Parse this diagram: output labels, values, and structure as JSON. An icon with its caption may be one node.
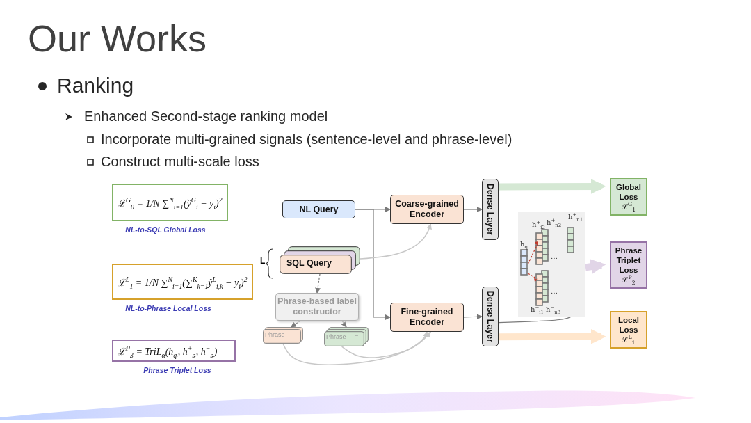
{
  "diagram": {
    "title": "Our Works",
    "nodes": [
      {
        "text": [
          "NL Query"
        ]
      },
      {
        "text": [
          "SQL Query"
        ]
      },
      {
        "text": [
          "Phrase-based label constructor"
        ]
      },
      {
        "text": [
          "Phrase",
          "+"
        ]
      },
      {
        "text": [
          "Phrase",
          "−"
        ]
      },
      {
        "text": [
          "Coarse-grained Encoder"
        ]
      },
      {
        "text": [
          "Fine-grained Encoder"
        ]
      },
      {
        "text": [
          "Dense Layer"
        ]
      },
      {
        "text": [
          "Dense Layer"
        ]
      },
      {
        "text": [
          "h$^{+}$$_{n1}$",
          "h$^{+}$$_{i2}$",
          "h$^{+}$$_{n2}$",
          "h$_{q}$",
          "…",
          "…",
          "h$^{−}$$_{i1}$",
          "h$^{−}$$_{n3}$"
        ]
      },
      {
        "text": [
          "Global Loss",
          "ℒ$^{G}$$_{1}$"
        ]
      },
      {
        "text": [
          "Phrase Triplet Loss",
          "ℒ$^{P}$$_{2}$"
        ]
      },
      {
        "text": [
          "Local Loss",
          "ℒ$^{L}$$_{1}$"
        ]
      },
      {
        "text": [
          "ℒ$^{G}$$_{0}$ = 1/N ∑$^{N}$$_{i=1}$(ŷ$^{G}$$_{i}$ − y$_{i}$)$^{2}$"
        ],
        "beside": [
          "NL-to-SQL Global Loss"
        ]
      },
      {
        "text": [
          "ℒ$^{L}$$_{1}$ = 1/N ∑$^{N}$$_{i=1}$(∑$^{K}$$_{k=1}$ŷ$^{L}$$_{i,k}$ − y$_{i}$)$^{2}$"
        ],
        "beside": [
          "NL-to-Phrase Local Loss"
        ]
      },
      {
        "text": [
          "ℒ$^{P}$$_{3}$ = TriL$_{α}$(h$_{qᵢ}$, h$^{+}$$_{sᵢ}$, h$^{−}$$_{sᵢ}$)"
        ],
        "beside": [
          "Phrase Triplet Loss"
        ]
      }
    ],
    "edges": [
      {
        "from": 0,
        "to": 5,
        "arrow": "to"
      },
      {
        "from": 0,
        "to": 6,
        "arrow": "to"
      },
      {
        "from": 1,
        "to": 5,
        "arrow": "to",
        "color": "#c8c8c8"
      },
      {
        "from": 1,
        "to": 2,
        "arrow": "to",
        "style": "dashed"
      },
      {
        "from": 2,
        "to": 3,
        "arrow": "to",
        "style": "dashed"
      },
      {
        "from": 2,
        "to": 4,
        "arrow": "to",
        "style": "dashed"
      },
      {
        "from": 3,
        "to": 6,
        "arrow": "to",
        "color": "#c8c8c8"
      },
      {
        "from": 4,
        "to": 6,
        "arrow": "to",
        "color": "#c8c8c8"
      },
      {
        "from": 5,
        "to": 7,
        "arrow": "to"
      },
      {
        "from": 6,
        "to": 8,
        "arrow": "to"
      },
      {
        "from": 7,
        "to": 10,
        "arrow": "to",
        "style": "thick",
        "color": "#d5e8d4"
      },
      {
        "from": 8,
        "to": 9,
        "arrow": "none"
      },
      {
        "from": 9,
        "to": 11,
        "arrow": "to",
        "style": "thick",
        "color": "#e1d5e7"
      },
      {
        "from": 8,
        "to": 12,
        "arrow": "to",
        "style": "thick",
        "color": "#ffe6cc"
      }
    ],
    "labels": [
      "Ranking",
      "Enhanced Second-stage ranking model",
      "Incorporate multi-grained signals (sentence-level and phrase-level)",
      "Construct multi-scale loss",
      "L"
    ]
  }
}
